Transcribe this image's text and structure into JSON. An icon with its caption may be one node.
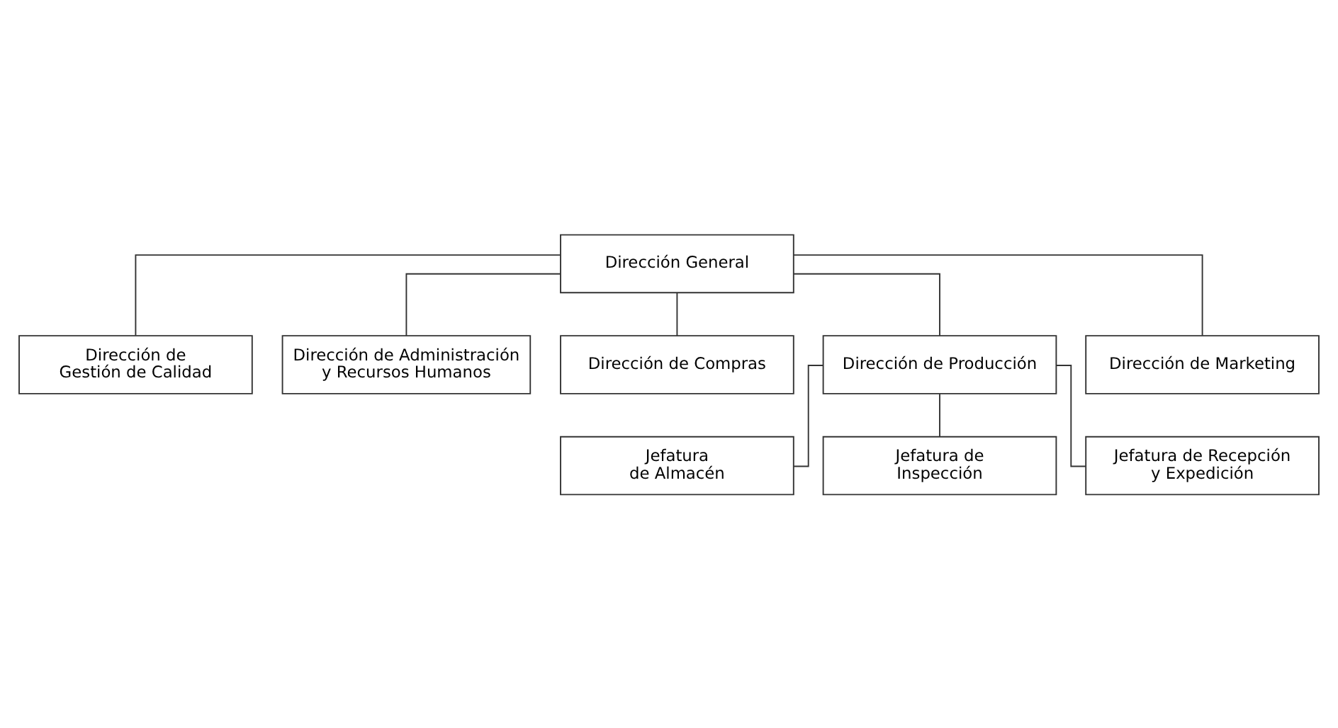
{
  "diagram": {
    "nodes": [
      {
        "text": [
          "Dirección General"
        ]
      },
      {
        "text": [
          "Dirección de Gestión de Calidad"
        ]
      },
      {
        "text": [
          "Dirección de Administración y Recursos Humanos"
        ]
      },
      {
        "text": [
          "Dirección de Compras"
        ]
      },
      {
        "text": [
          "Dirección de Producción"
        ]
      },
      {
        "text": [
          "Dirección de Marketing"
        ]
      },
      {
        "text": [
          "Jefatura de Almacén"
        ]
      },
      {
        "text": [
          "Jefatura de Inspección"
        ]
      },
      {
        "text": [
          "Jefatura de Recepción y Expedición"
        ]
      }
    ],
    "edges": [
      {
        "from": 0,
        "to": 1,
        "arrow": "none"
      },
      {
        "from": 0,
        "to": 2,
        "arrow": "none"
      },
      {
        "from": 0,
        "to": 3,
        "arrow": "none"
      },
      {
        "from": 0,
        "to": 4,
        "arrow": "none"
      },
      {
        "from": 0,
        "to": 5,
        "arrow": "none"
      },
      {
        "from": 4,
        "to": 6,
        "arrow": "none"
      },
      {
        "from": 4,
        "to": 7,
        "arrow": "none"
      },
      {
        "from": 4,
        "to": 8,
        "arrow": "none"
      }
    ]
  }
}
